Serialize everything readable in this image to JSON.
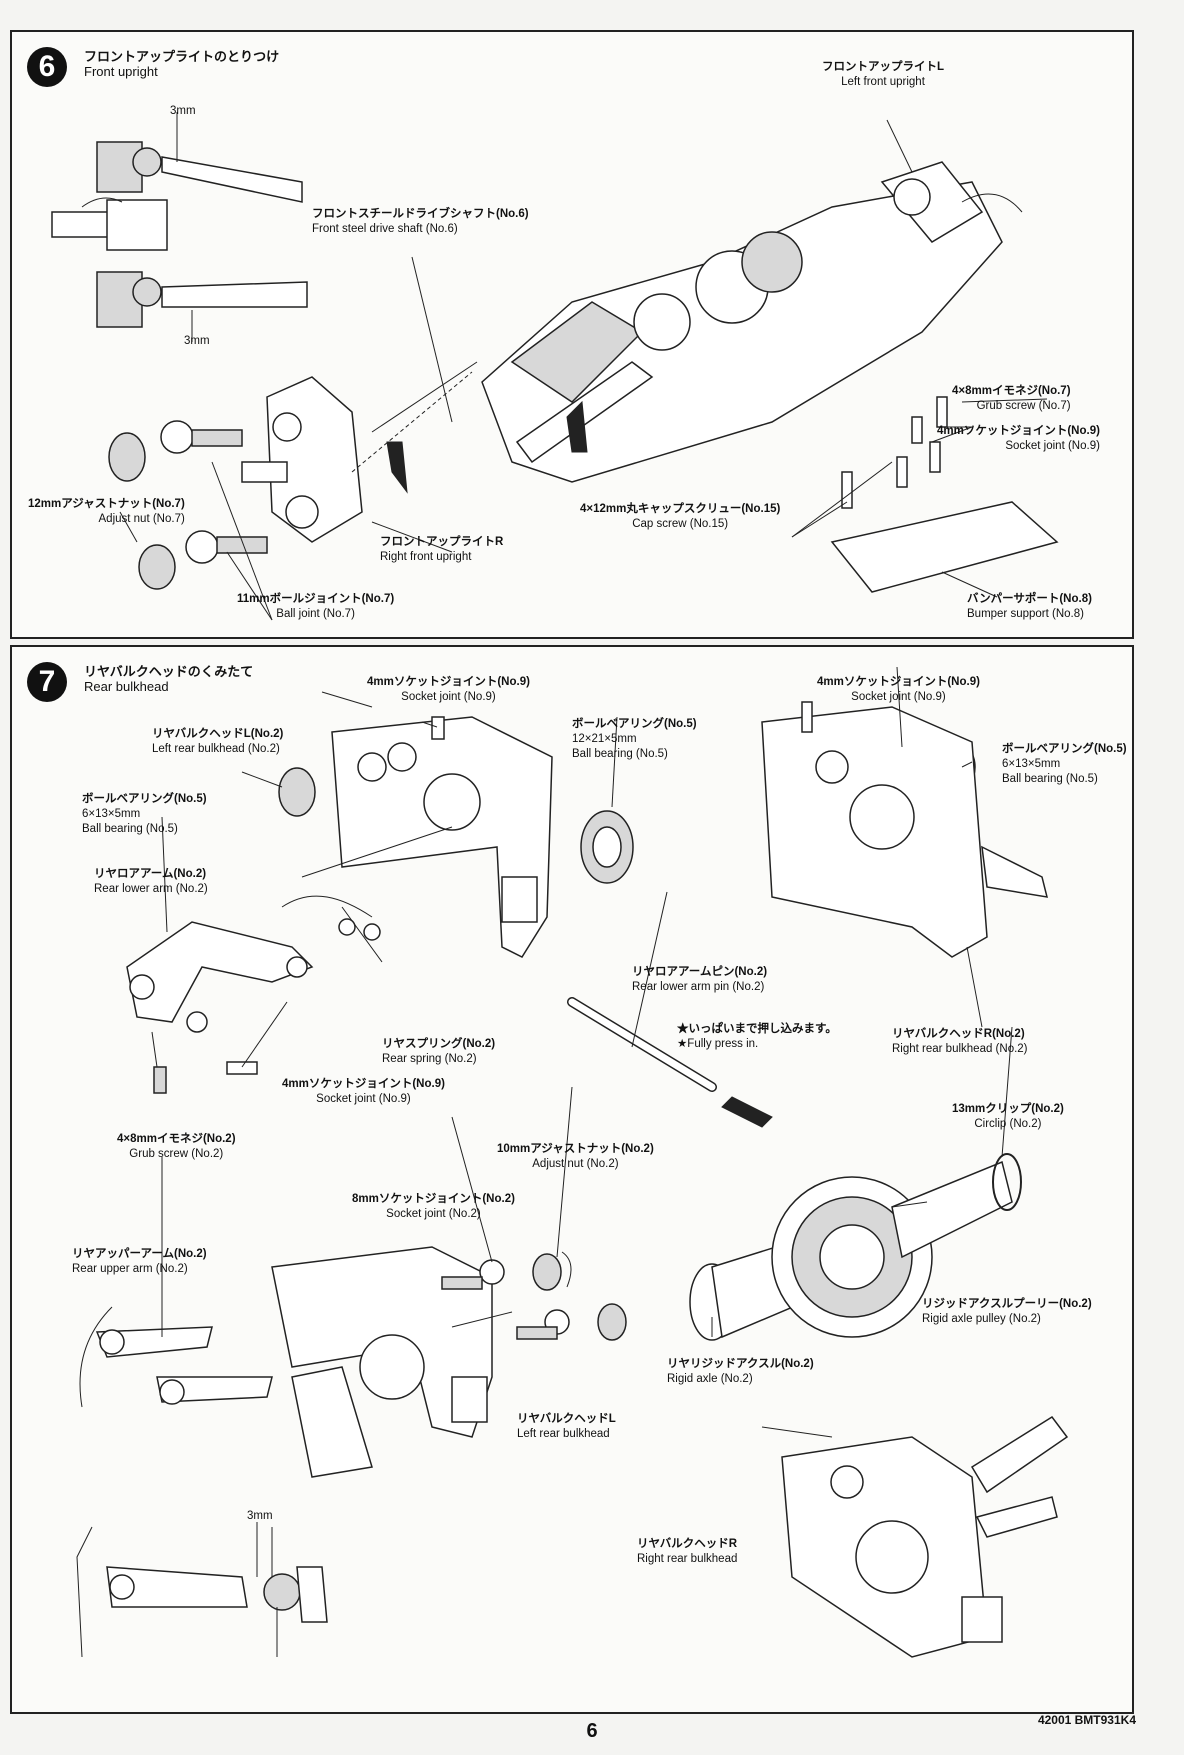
{
  "step6": {
    "number": "6",
    "title_jp": "フロントアップライトのとりつけ",
    "title_en": "Front upright",
    "dim_top": "3mm",
    "dim_bottom": "3mm",
    "labels": {
      "left_upright": {
        "jp": "フロントアップライトL",
        "en": "Left front upright"
      },
      "drive_shaft": {
        "jp": "フロントスチールドライブシャフト(No.6)",
        "en": "Front steel drive shaft (No.6)"
      },
      "grub_screw": {
        "jp": "4×8mmイモネジ(No.7)",
        "en": "Grub screw (No.7)"
      },
      "socket_joint": {
        "jp": "4mmソケットジョイント(No.9)",
        "en": "Socket joint (No.9)"
      },
      "adjust_nut": {
        "jp": "12mmアジャストナット(No.7)",
        "en": "Adjust nut (No.7)"
      },
      "cap_screw": {
        "jp": "4×12mm丸キャップスクリュー(No.15)",
        "en": "Cap screw (No.15)"
      },
      "right_upright": {
        "jp": "フロントアップライトR",
        "en": "Right front upright"
      },
      "ball_joint": {
        "jp": "11mmボールジョイント(No.7)",
        "en": "Ball joint (No.7)"
      },
      "bumper_support": {
        "jp": "バンパーサポート(No.8)",
        "en": "Bumper support (No.8)"
      }
    }
  },
  "step7": {
    "number": "7",
    "title_jp": "リヤバルクヘッドのくみたて",
    "title_en": "Rear bulkhead",
    "dim": "3mm",
    "labels": {
      "socket_joint_top": {
        "jp": "4mmソケットジョイント(No.9)",
        "en": "Socket joint (No.9)"
      },
      "socket_joint_right": {
        "jp": "4mmソケットジョイント(No.9)",
        "en": "Socket joint (No.9)"
      },
      "left_rear_bulkhead": {
        "jp": "リヤバルクヘッドL(No.2)",
        "en": "Left rear bulkhead (No.2)"
      },
      "ball_bearing_mid": {
        "jp": "ボールベアリング(No.5)",
        "size": "12×21×5mm",
        "en": "Ball bearing (No.5)"
      },
      "ball_bearing_right": {
        "jp": "ボールベアリング(No.5)",
        "size": "6×13×5mm",
        "en": "Ball bearing (No.5)"
      },
      "ball_bearing_left": {
        "jp": "ボールベアリング(No.5)",
        "size": "6×13×5mm",
        "en": "Ball bearing (No.5)"
      },
      "rear_lower_arm": {
        "jp": "リヤロアアーム(No.2)",
        "en": "Rear lower arm (No.2)"
      },
      "rear_lower_arm_pin": {
        "jp": "リヤロアアームピン(No.2)",
        "en": "Rear lower arm pin (No.2)"
      },
      "press_note": {
        "jp": "★いっぱいまで押し込みます。",
        "en": "★Fully press in."
      },
      "right_rear_bulkhead_no2": {
        "jp": "リヤバルクヘッドR(No.2)",
        "en": "Right rear bulkhead (No.2)"
      },
      "rear_spring": {
        "jp": "リヤスプリング(No.2)",
        "en": "Rear spring (No.2)"
      },
      "socket_joint_low": {
        "jp": "4mmソケットジョイント(No.9)",
        "en": "Socket joint (No.9)"
      },
      "grub_screw": {
        "jp": "4×8mmイモネジ(No.2)",
        "en": "Grub screw (No.2)"
      },
      "circlip": {
        "jp": "13mmクリップ(No.2)",
        "en": "Circlip (No.2)"
      },
      "adjust_nut": {
        "jp": "10mmアジャストナット(No.2)",
        "en": "Adjust nut (No.2)"
      },
      "socket_joint_8": {
        "jp": "8mmソケットジョイント(No.2)",
        "en": "Socket joint (No.2)"
      },
      "rear_upper_arm": {
        "jp": "リヤアッパーアーム(No.2)",
        "en": "Rear upper arm (No.2)"
      },
      "axle_pulley": {
        "jp": "リジッドアクスルプーリー(No.2)",
        "en": "Rigid axle pulley (No.2)"
      },
      "rigid_axle": {
        "jp": "リヤリジッドアクスル(No.2)",
        "en": "Rigid axle (No.2)"
      },
      "left_rear_bulkhead_2": {
        "jp": "リヤバルクヘッドL",
        "en": "Left rear bulkhead"
      },
      "right_rear_bulkhead": {
        "jp": "リヤバルクヘッドR",
        "en": "Right rear bulkhead"
      }
    }
  },
  "footer": {
    "page_number": "6",
    "code": "42001 BMT931K4"
  }
}
